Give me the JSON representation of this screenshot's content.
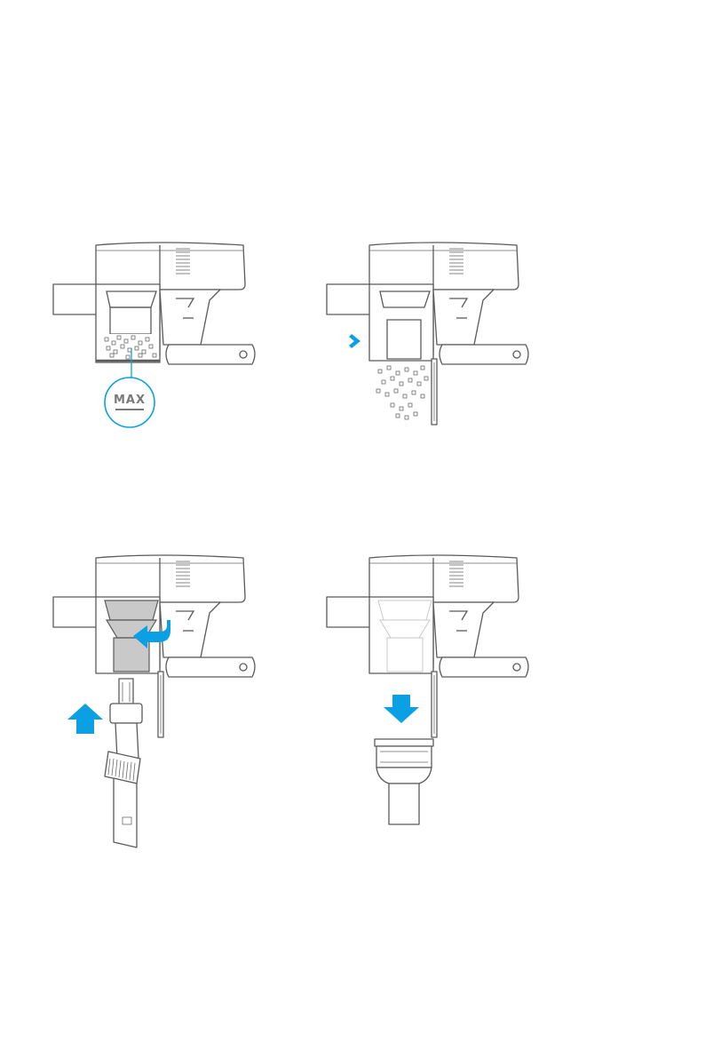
{
  "steps": [
    {
      "id": "step-1",
      "max_label": "MAX"
    },
    {
      "id": "step-2"
    },
    {
      "id": "step-3"
    },
    {
      "id": "step-4"
    }
  ],
  "colors": {
    "accent": "#0aa0e3",
    "line": "#5a5a5a",
    "fill_grey": "#c9c9c9"
  },
  "icons": [
    "chevron-right-icon",
    "arrow-curved-left-icon",
    "arrow-up-icon",
    "arrow-down-icon"
  ]
}
